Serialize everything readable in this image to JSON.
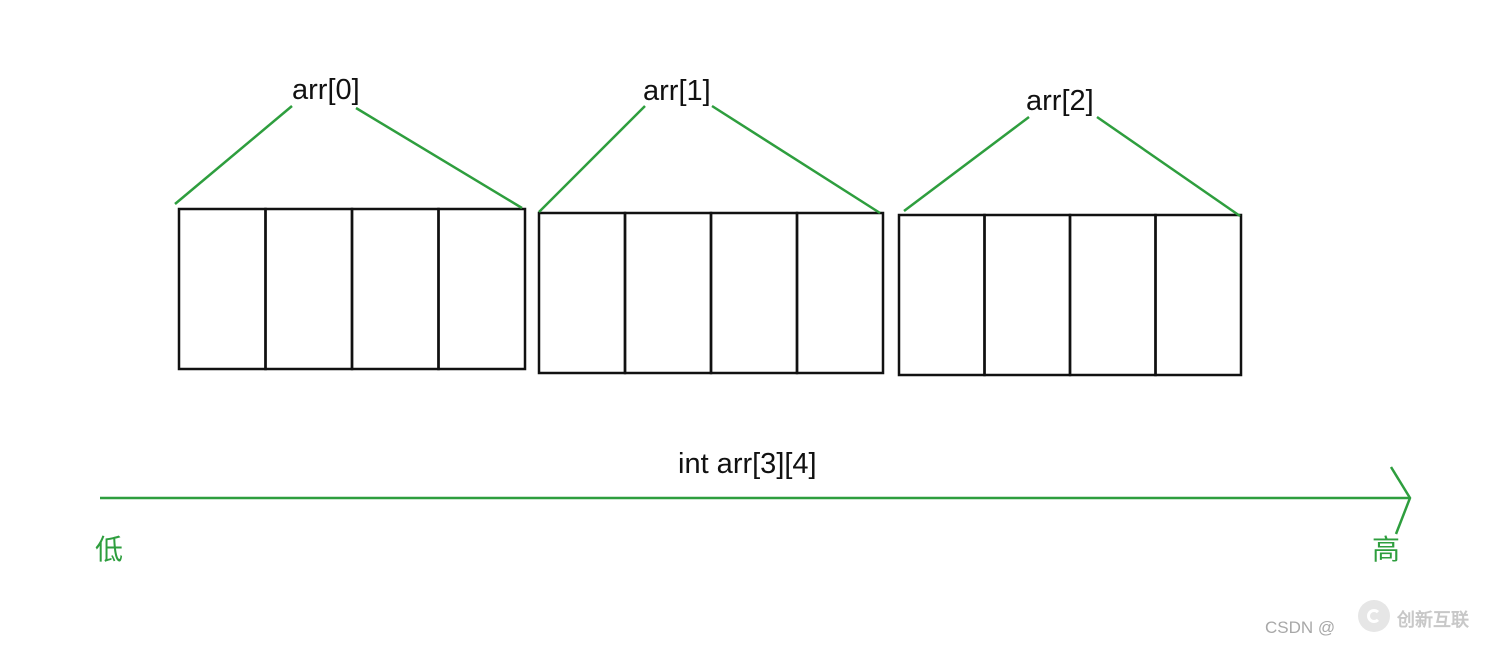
{
  "diagram": {
    "groups": [
      {
        "label": "arr[0]",
        "cells": 4
      },
      {
        "label": "arr[1]",
        "cells": 4
      },
      {
        "label": "arr[2]",
        "cells": 4
      }
    ],
    "declaration": "int arr[3][4]",
    "axis": {
      "low_label": "低",
      "high_label": "高"
    }
  },
  "watermark": {
    "csdn": "CSDN @",
    "brand": "创新互联"
  },
  "colors": {
    "line": "#2e9e3e",
    "box": "#111111"
  }
}
